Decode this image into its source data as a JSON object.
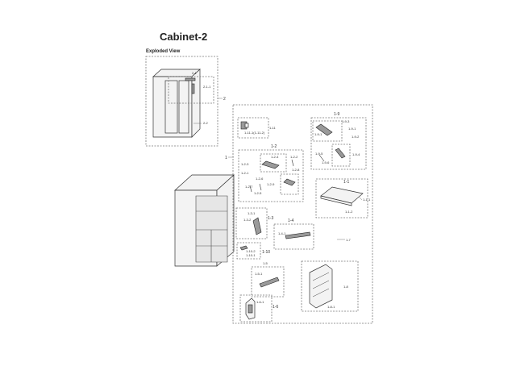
{
  "page": {
    "title": "Cabinet-2",
    "subtitle": "Exploded View"
  },
  "labels": {
    "n2": "2",
    "n2_1": "2-1",
    "n2_1_1": "2-1-1",
    "n2_2": "2-2",
    "n1": "1",
    "n1_11": "1-11",
    "n1_11_sub": "1-11-1(1-11-2)",
    "n1_9": "1-9",
    "n1_9_3": "1-9-3",
    "n1_9_1": "1-9-1",
    "n1_9_1b": "1-9-1",
    "n1_9_2": "1-9-2",
    "n1_9_5": "1-9-5",
    "n1_9_4": "1-9-4",
    "n1_9_6": "1-9-6",
    "n1_2": "1-2",
    "n1_2_3": "1-2-3",
    "n1_2_4": "1-2-4",
    "n1_2_2": "1-2-2",
    "n1_2_1": "1-2-1",
    "n1_2_5": "1-2-5",
    "n1_2_6": "1-2-6",
    "n1_2_7": "1-2-7",
    "n1_2_8": "1-2-8",
    "n1_2_9": "1-2-9",
    "n1_1": "1-1",
    "n1_1_1": "1-1-1",
    "n1_1_2": "1-1-2",
    "n1_3": "1-3",
    "n1_3_1": "1-3-1",
    "n1_3_2": "1-3-2",
    "n1_4": "1-4",
    "n1_4_1": "1-4-1",
    "n1_7": "1-7",
    "n1_10": "1-10",
    "n1_10_1": "1-10-1",
    "n1_10_2": "1-10-2",
    "n1_5": "1-5",
    "n1_5_1": "1-5-1",
    "n1_6": "1-6",
    "n1_6_1": "1-6-1",
    "n1_8": "1-8",
    "n1_8_1": "1-8-1"
  }
}
